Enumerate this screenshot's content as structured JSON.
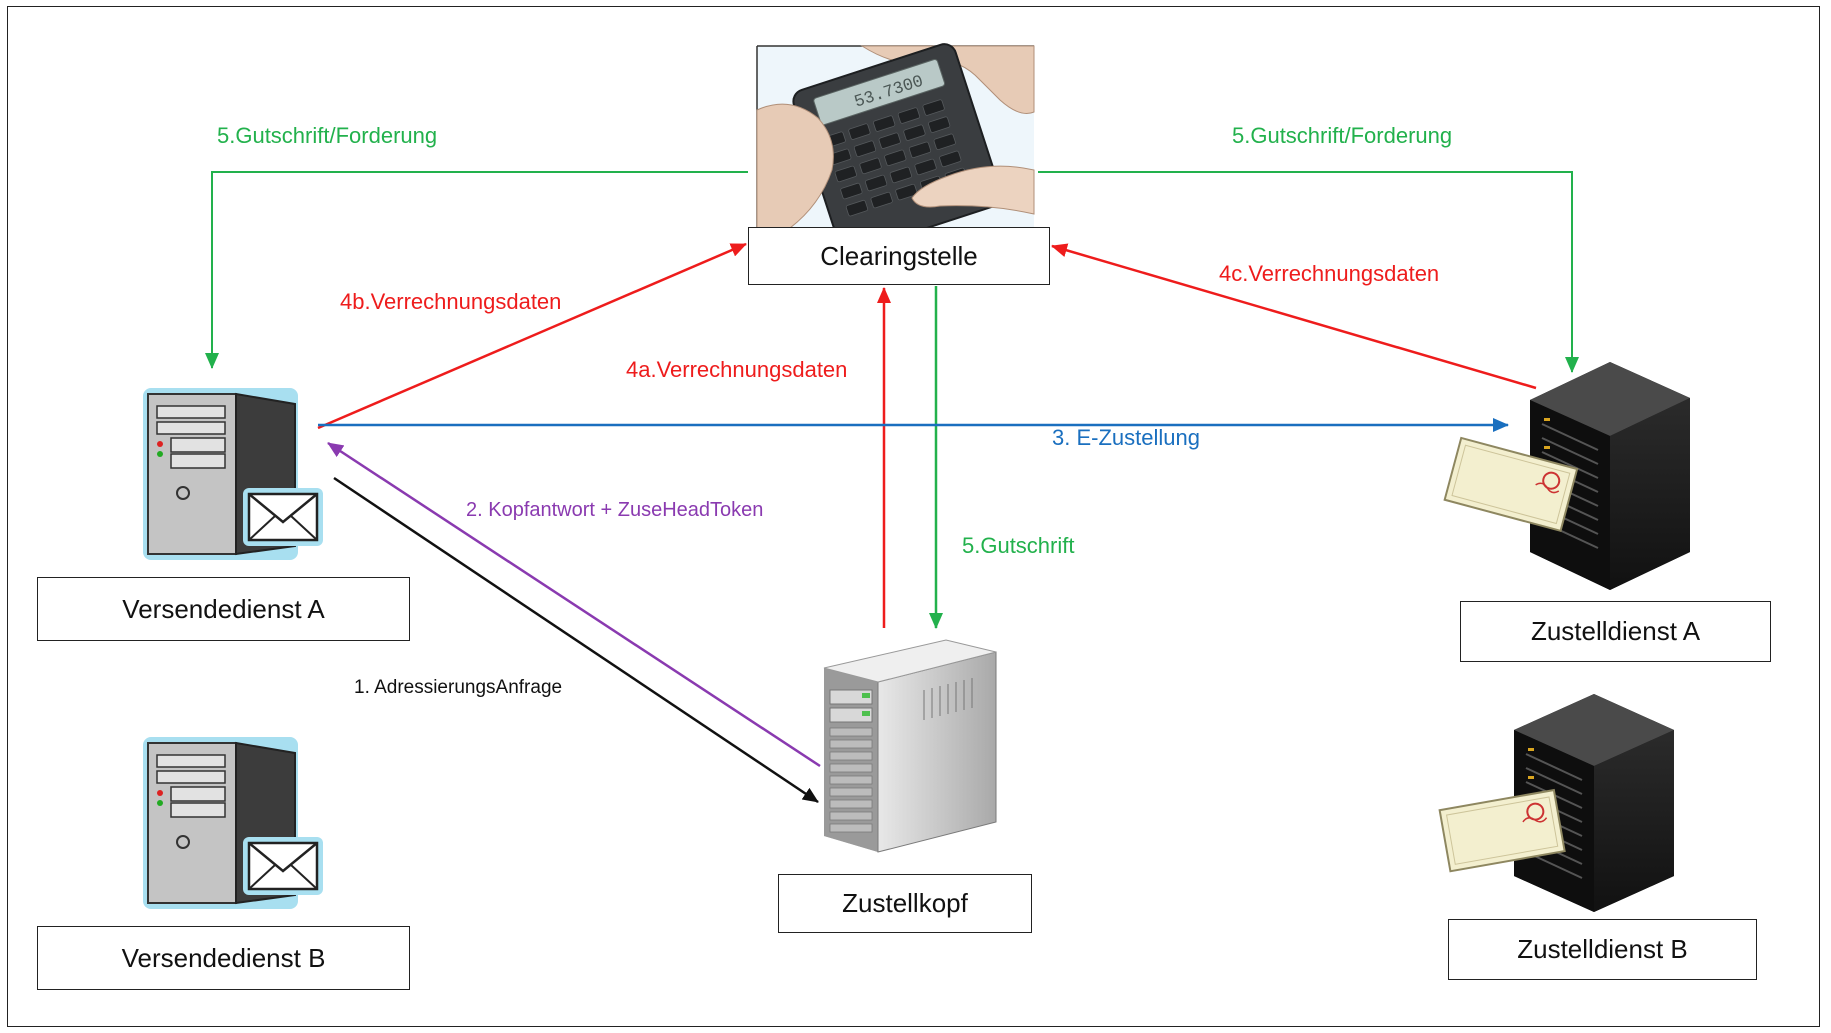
{
  "nodes": {
    "clearing": "Clearingstelle",
    "sender_a": "Versendedienst A",
    "sender_b": "Versendedienst B",
    "delivery_a": "Zustelldienst A",
    "delivery_b": "Zustelldienst B",
    "head": "Zustellkopf"
  },
  "calculator_display": "53.7300",
  "edges": {
    "credit_left": "5.Gutschrift/Forderung",
    "credit_right": "5.Gutschrift/Forderung",
    "billing_b": "4b.Verrechnungsdaten",
    "billing_a": "4a.Verrechnungsdaten",
    "billing_c": "4c.Verrechnungsdaten",
    "delivery": "3. E-Zustellung",
    "head_reply": "2. Kopfantwort + ZuseHeadToken",
    "credit_head": "5.Gutschrift",
    "address_request": "1. AdressierungsAnfrage"
  },
  "colors": {
    "green": "#22b14c",
    "red": "#ee1c1c",
    "blue": "#1a6fbf",
    "purple": "#8a3ab0",
    "black": "#111111"
  }
}
